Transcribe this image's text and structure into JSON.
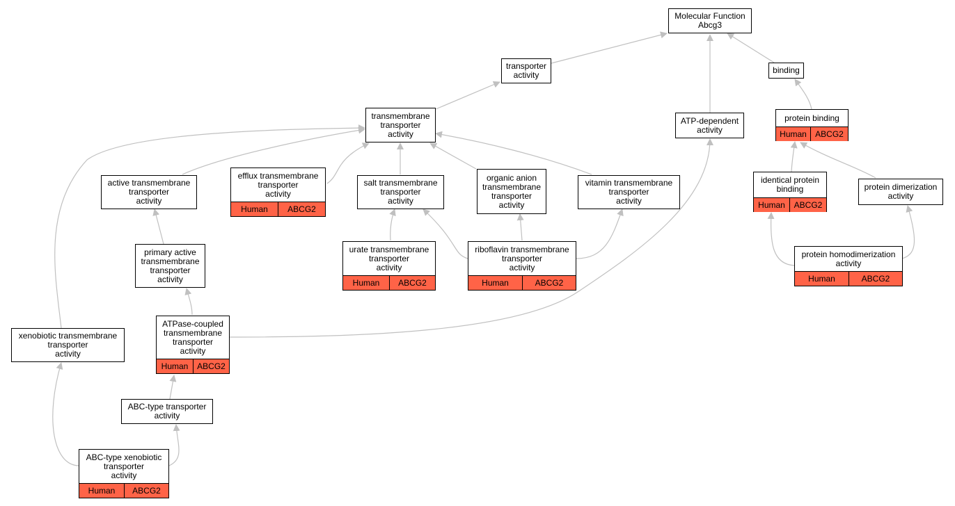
{
  "colors": {
    "edge": "#c0c0c0",
    "annotated": "#ff6347",
    "border": "#000000"
  },
  "nodes": {
    "mf": {
      "label": "Molecular Function\nAbcg3"
    },
    "transp": {
      "label": "transporter\nactivity"
    },
    "binding": {
      "label": "binding"
    },
    "tmt": {
      "label": "transmembrane\ntransporter\nactivity"
    },
    "atpdep": {
      "label": "ATP-dependent\nactivity"
    },
    "pbind": {
      "label": "protein binding",
      "species": "Human",
      "gene": "ABCG2"
    },
    "active": {
      "label": "active transmembrane\ntransporter\nactivity"
    },
    "efflux": {
      "label": "efflux transmembrane\ntransporter\nactivity",
      "species": "Human",
      "gene": "ABCG2"
    },
    "salt": {
      "label": "salt transmembrane\ntransporter\nactivity"
    },
    "organic": {
      "label": "organic anion\ntransmembrane\ntransporter\nactivity"
    },
    "vitamin": {
      "label": "vitamin transmembrane\ntransporter\nactivity"
    },
    "identical": {
      "label": "identical protein\nbinding",
      "species": "Human",
      "gene": "ABCG2"
    },
    "dimer": {
      "label": "protein dimerization\nactivity"
    },
    "primary": {
      "label": "primary active\ntransmembrane\ntransporter\nactivity"
    },
    "urate": {
      "label": "urate transmembrane\ntransporter\nactivity",
      "species": "Human",
      "gene": "ABCG2"
    },
    "riboflavin": {
      "label": "riboflavin transmembrane\ntransporter\nactivity",
      "species": "Human",
      "gene": "ABCG2"
    },
    "homodimer": {
      "label": "protein homodimerization\nactivity",
      "species": "Human",
      "gene": "ABCG2"
    },
    "atpase": {
      "label": "ATPase-coupled\ntransmembrane\ntransporter\nactivity",
      "species": "Human",
      "gene": "ABCG2"
    },
    "xeno": {
      "label": "xenobiotic transmembrane\ntransporter\nactivity"
    },
    "abc": {
      "label": "ABC-type transporter\nactivity"
    },
    "abcxeno": {
      "label": "ABC-type xenobiotic\ntransporter\nactivity",
      "species": "Human",
      "gene": "ABCG2"
    }
  }
}
